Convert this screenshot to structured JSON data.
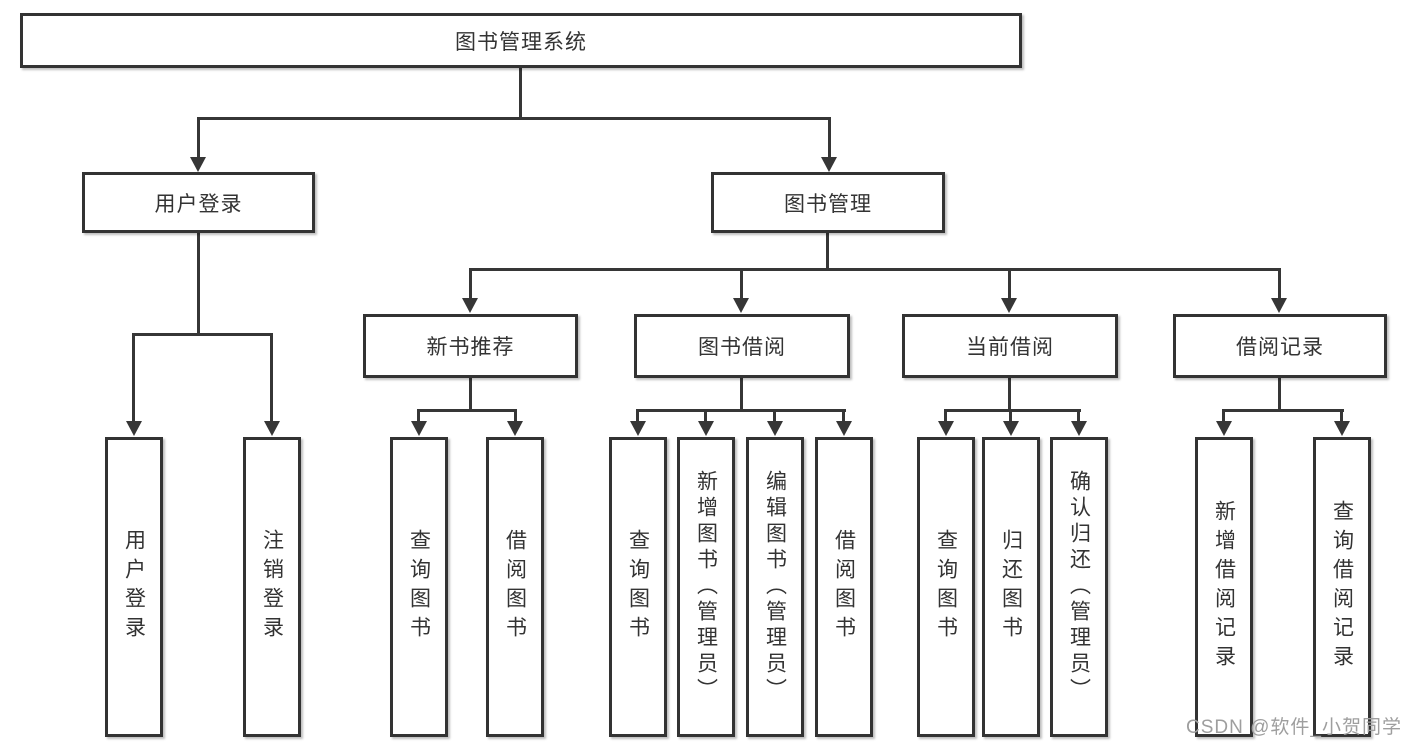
{
  "diagram": {
    "title": "图书管理系统",
    "root": {
      "label": "图书管理系统"
    },
    "level2": [
      {
        "id": "user-login",
        "label": "用户登录"
      },
      {
        "id": "book-management",
        "label": "图书管理"
      }
    ],
    "level3": [
      {
        "id": "new-book-recommend",
        "label": "新书推荐",
        "parent": "图书管理"
      },
      {
        "id": "book-borrowing",
        "label": "图书借阅",
        "parent": "图书管理"
      },
      {
        "id": "current-borrowing",
        "label": "当前借阅",
        "parent": "图书管理"
      },
      {
        "id": "borrowing-records",
        "label": "借阅记录",
        "parent": "图书管理"
      }
    ],
    "leaves": {
      "user_login": {
        "label": "用户登录",
        "parent": "用户登录"
      },
      "logout": {
        "label": "注销登录",
        "parent": "用户登录"
      },
      "query_books_recommend": {
        "label": "查询图书",
        "parent": "新书推荐"
      },
      "borrow_books_recommend": {
        "label": "借阅图书",
        "parent": "新书推荐"
      },
      "query_books_borrow": {
        "label": "查询图书",
        "parent": "图书借阅"
      },
      "add_books_admin": {
        "label": "新增图书（管理员）",
        "parent": "图书借阅"
      },
      "edit_books_admin": {
        "label": "编辑图书（管理员）",
        "parent": "图书借阅"
      },
      "borrow_books": {
        "label": "借阅图书",
        "parent": "图书借阅"
      },
      "query_books_current": {
        "label": "查询图书",
        "parent": "当前借阅"
      },
      "return_books": {
        "label": "归还图书",
        "parent": "当前借阅"
      },
      "confirm_return_admin": {
        "label": "确认归还（管理员）",
        "parent": "当前借阅"
      },
      "add_borrow_record": {
        "label": "新增借阅记录",
        "parent": "借阅记录"
      },
      "query_borrow_record": {
        "label": "查询借阅记录",
        "parent": "借阅记录"
      }
    }
  },
  "watermark": {
    "text": "CSDN @软件_小贺同学"
  },
  "colors": {
    "line": "#363636",
    "box_border": "#333333",
    "text": "#333333",
    "watermark": "#9e9e9e",
    "background": "#ffffff"
  }
}
